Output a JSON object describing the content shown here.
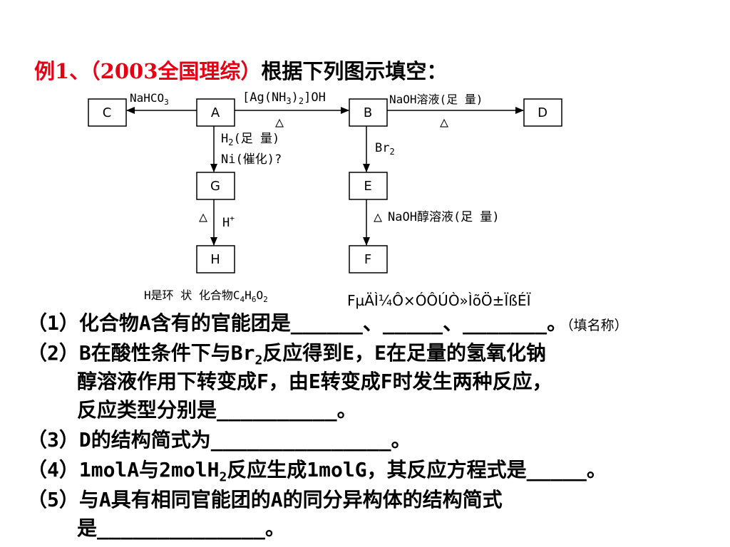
{
  "title": {
    "prefix": "例1、（2003全国理综）",
    "text": "根据下列图示填空："
  },
  "diagram": {
    "nodes": {
      "A": "A",
      "B": "B",
      "C": "C",
      "D": "D",
      "E": "E",
      "F": "F",
      "G": "G",
      "H": "H"
    },
    "labels": {
      "a_to_c_reagent": "NaHCO",
      "a_to_c_sub": "3",
      "a_to_b_reagent_1": "[Ag(NH",
      "a_to_b_sub": "3",
      "a_to_b_close": ")",
      "a_to_b_sub2": "2",
      "a_to_b_reagent_2": "]OH",
      "b_to_d_reagent": "NaOH溶液(足 量)",
      "heat": "△",
      "a_to_g_reagent_1": "H",
      "a_to_g_sub": "2",
      "a_to_g_reagent_2": "(足 量)",
      "a_to_g_catalyst": "Ni(催化)?",
      "b_to_e_reagent": "Br",
      "b_to_e_sub": "2",
      "g_to_h_acid": "H",
      "g_to_h_sup": "+",
      "e_to_f_reagent": "NaOH醇溶液(足 量)",
      "h_caption_1": "H是环 状 化合物C",
      "h_caption_sub1": "4",
      "h_caption_2": "H",
      "h_caption_sub2": "6",
      "h_caption_3": "O",
      "h_caption_sub3": "2"
    }
  },
  "garbled_text": "FµÄÌ¼Ô­×ÓÔÚÒ»ÌõÖ±ÏßÉÏ",
  "questions": {
    "q1_main": "（1）化合物A含有的官能团是______、_____、_______。",
    "q1_note": "（填名称）",
    "q2_line1_a": "（2）B在酸性条件下与Br",
    "q2_line1_sub": "2",
    "q2_line1_b": "反应得到E，E在足量的氢氧化钠",
    "q2_line2": "醇溶液作用下转变成F，由E转变成F时发生两种反应，",
    "q2_line3": "反应类型分别是__________。",
    "q3": "（3）D的结构简式为_______________。",
    "q4_a": "（4）1molA与2molH",
    "q4_sub": "2",
    "q4_b": "反应生成1molG，其反应方程式是_____。",
    "q5_line1": "（5）与A具有相同官能团的A的同分异构体的结构简式",
    "q5_line2": "是______________。"
  }
}
